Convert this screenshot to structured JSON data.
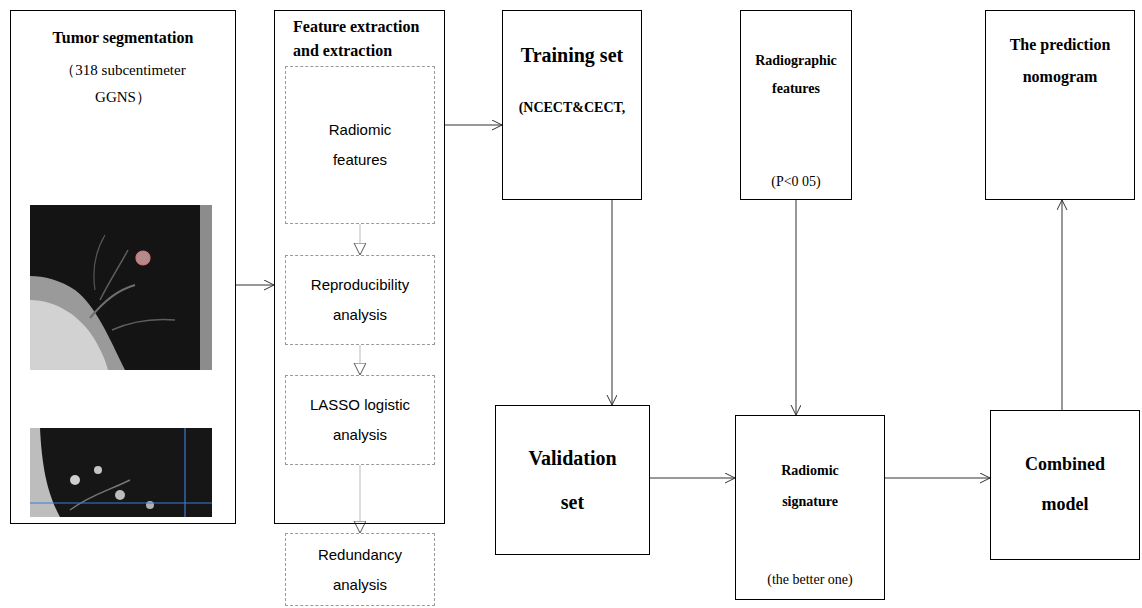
{
  "diagram": {
    "nodes": [
      {
        "text": [
          "Tumor segmentation",
          "（318 subcentimeter GGNS）"
        ]
      },
      {
        "text": [
          "Feature extraction and extraction"
        ]
      },
      {
        "text": [
          "Radiomic features"
        ],
        "in": 1
      },
      {
        "text": [
          "Reproducibility analysis"
        ],
        "in": 1
      },
      {
        "text": [
          "LASSO logistic analysis"
        ],
        "in": 1
      },
      {
        "text": [
          "Redundancy analysis"
        ]
      },
      {
        "text": [
          "Training set",
          "(NCECT&CECT,"
        ]
      },
      {
        "text": [
          "Radiographic features",
          "(P<0 05)"
        ]
      },
      {
        "text": [
          "The prediction nomogram"
        ]
      },
      {
        "text": [
          "Validation set"
        ]
      },
      {
        "text": [
          "Radiomic signature",
          "(the better one)"
        ]
      },
      {
        "text": [
          "Combined model"
        ]
      }
    ],
    "edges": [
      {
        "from": 0,
        "to": 1,
        "arrow": "to"
      },
      {
        "from": 1,
        "to": 6,
        "arrow": "to"
      },
      {
        "from": 2,
        "to": 3,
        "arrow": "to"
      },
      {
        "from": 3,
        "to": 4,
        "arrow": "to"
      },
      {
        "from": 4,
        "to": 5,
        "arrow": "to"
      },
      {
        "from": 6,
        "to": 9,
        "arrow": "to"
      },
      {
        "from": 7,
        "to": 10,
        "arrow": "to"
      },
      {
        "from": 9,
        "to": 10,
        "arrow": "to"
      },
      {
        "from": 10,
        "to": 11,
        "arrow": "to"
      },
      {
        "from": 11,
        "to": 8,
        "arrow": "to"
      }
    ]
  }
}
